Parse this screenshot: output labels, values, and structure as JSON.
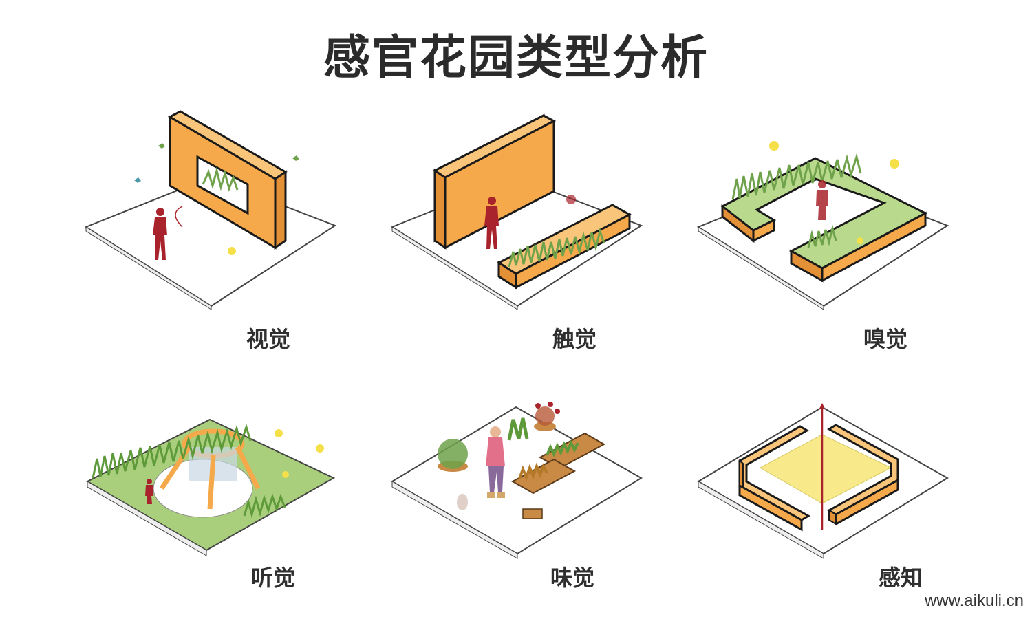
{
  "title": "感官花园类型分析",
  "watermark": "www.aikuli.cn",
  "panels": [
    {
      "id": "sight",
      "label": "视觉"
    },
    {
      "id": "touch",
      "label": "触觉"
    },
    {
      "id": "smell",
      "label": "嗅觉"
    },
    {
      "id": "hearing",
      "label": "听觉"
    },
    {
      "id": "taste",
      "label": "味觉"
    },
    {
      "id": "perception",
      "label": "感知"
    }
  ],
  "colors": {
    "wall_front": "#F6A94A",
    "wall_side": "#E39036",
    "wall_top": "#F8C57A",
    "outline": "#1a1a1a",
    "figure": "#A8232B",
    "grass": "#6FA24A",
    "grass_light": "#A9CF7D",
    "base": "#ffffff",
    "base_edge": "#555555",
    "sand": "#F8E98A",
    "flower": "#F5E04A"
  }
}
